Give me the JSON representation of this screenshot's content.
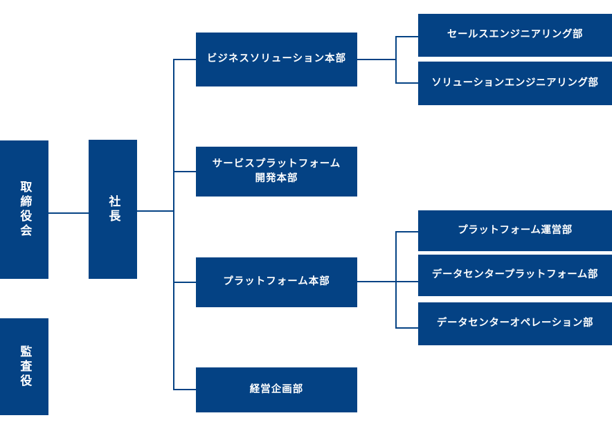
{
  "chart": {
    "title": "",
    "accent_color": "#044284",
    "background_color": "#ffffff",
    "line_color": "#044284",
    "text_color": "#ffffff"
  },
  "nodes": {
    "board": {
      "label": "取締役会"
    },
    "auditor": {
      "label": "監査役"
    },
    "president": {
      "label": "社長"
    },
    "business_solution": {
      "label": "ビジネスソリューション本部"
    },
    "service_platform": {
      "label": "サービスプラットフォーム\n開発本部"
    },
    "platform": {
      "label": "プラットフォーム本部"
    },
    "corporate_planning": {
      "label": "経営企画部"
    },
    "sales_engineering": {
      "label": "セールスエンジニアリング部"
    },
    "solution_engineering": {
      "label": "ソリューションエンジニアリング部"
    },
    "platform_operation": {
      "label": "プラットフォーム運営部"
    },
    "dc_platform": {
      "label": "データセンタープラットフォーム部"
    },
    "dc_operation": {
      "label": "データセンターオペレーション部"
    }
  },
  "hierarchy": {
    "level0": [
      "取締役会",
      "監査役",
      "社長"
    ],
    "level1": [
      "ビジネスソリューション本部",
      "サービスプラットフォーム開発本部",
      "プラットフォーム本部",
      "経営企画部"
    ],
    "level2": {
      "ビジネスソリューション本部": [
        "セールスエンジニアリング部",
        "ソリューションエンジニアリング部"
      ],
      "プラットフォーム本部": [
        "プラットフォーム運営部",
        "データセンタープラットフォーム部",
        "データセンターオペレーション部"
      ]
    }
  }
}
